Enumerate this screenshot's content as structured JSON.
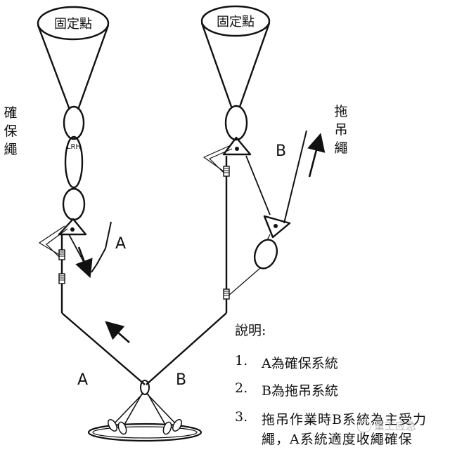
{
  "left_system": {
    "anchor_label": "固定點",
    "device_label": "LRH",
    "rope_label": "確保繩",
    "letter": "A"
  },
  "right_system": {
    "anchor_label": "固定點",
    "rope_label": "拖吊繩",
    "letter": "B"
  },
  "lower_labels": {
    "a": "A",
    "b": "B"
  },
  "legend": {
    "title": "說明:",
    "items": [
      {
        "num": "1.",
        "text": "A為確保系統"
      },
      {
        "num": "2.",
        "text": "B為拖吊系統"
      },
      {
        "num": "3.",
        "text": "拖吊作業時B系統為主受力"
      }
    ],
    "item3_cont": "繩，A系統適度收繩確保"
  },
  "watermark": "重工应急"
}
